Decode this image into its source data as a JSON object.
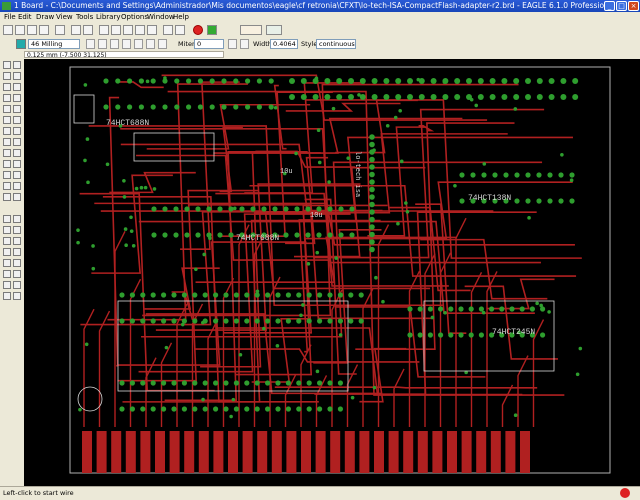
{
  "window": {
    "title": "1 Board - C:\\Documents and Settings\\Administrador\\Mis documentos\\eagle\\cf retronia\\CFXT\\lo-tech-ISA-CompactFlash-adapter-r2.brd - EAGLE 6.1.0 Professional"
  },
  "menu": [
    "File",
    "Edit",
    "Draw",
    "View",
    "Tools",
    "Library",
    "Options",
    "Window",
    "Help"
  ],
  "toolbar": {
    "layer_value": "46 Milling",
    "miter_label": "Miter:",
    "miter_value": "0",
    "width_label": "Width",
    "width_value": "0.4064",
    "style_label": "Style",
    "style_value": "continuous"
  },
  "coordinates": "0.125 mm (-7.500 31.125)",
  "board": {
    "labels": {
      "ic1": "74HCT688N",
      "ic2": "74HCT138N",
      "ic3": "74HCT688N",
      "ic4": "74HCT245N",
      "conn": "lo-tech isa",
      "c1": "10u",
      "c2": "10u"
    },
    "colors": {
      "bg": "#000000",
      "top": "#b02020",
      "pad": "#2e9e2e",
      "outline": "#b0b0b0",
      "silk": "#d8d8d8"
    }
  },
  "status": {
    "text": "Left-click to start wire"
  }
}
